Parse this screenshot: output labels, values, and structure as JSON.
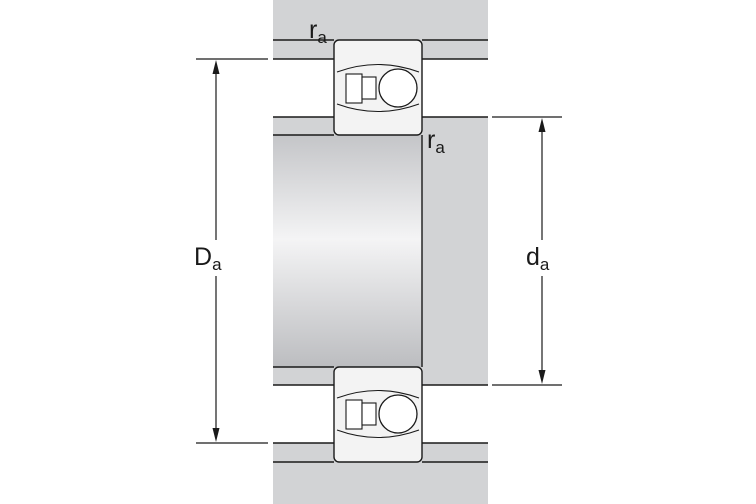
{
  "labels": {
    "housing_diameter": {
      "main": "D",
      "sub": "a"
    },
    "shaft_diameter": {
      "main": "d",
      "sub": "a"
    },
    "fillet_radius_housing": {
      "main": "r",
      "sub": "a"
    },
    "fillet_radius_shaft": {
      "main": "r",
      "sub": "a"
    }
  },
  "colors": {
    "abutment_fill": "#d2d3d5",
    "bearing_fill": "#f3f3f3",
    "line": "#1a1a1a",
    "background": "#ffffff"
  }
}
